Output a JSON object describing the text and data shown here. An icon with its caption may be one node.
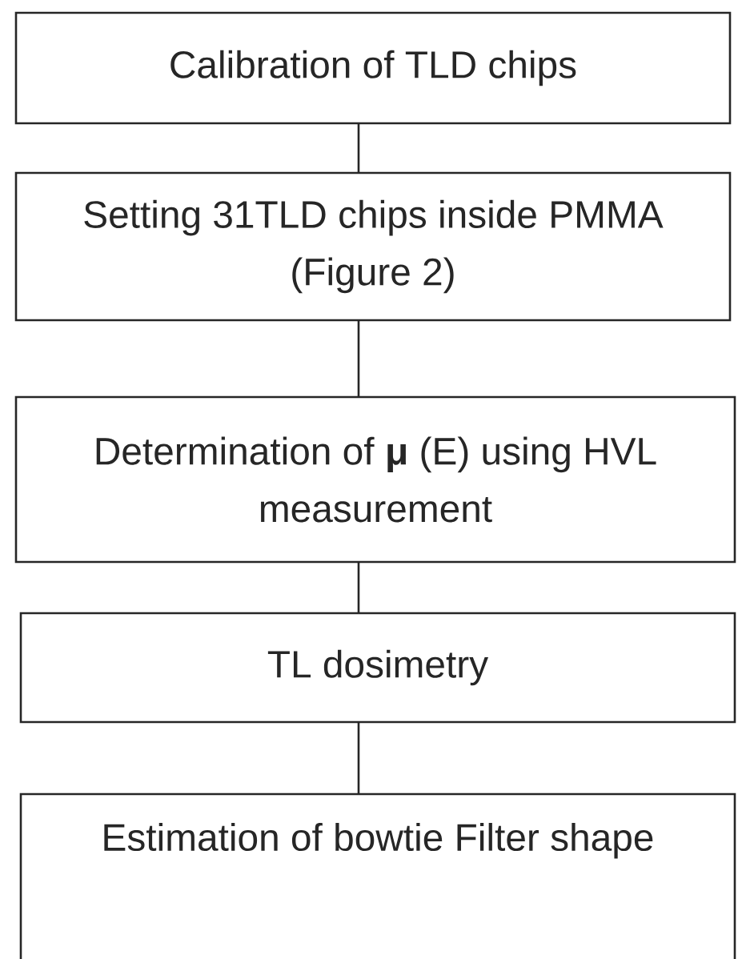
{
  "diagram": {
    "nodes": [
      {
        "text": [
          "Calibration of TLD chips"
        ]
      },
      {
        "text": [
          "Setting 31TLD chips inside PMMA (Figure 2)"
        ]
      },
      {
        "text": [
          "Determination of **μ** (E) using HVL measurement"
        ]
      },
      {
        "text": [
          "TL dosimetry"
        ]
      },
      {
        "text": [
          "Estimation of bowtie Filter shape"
        ]
      }
    ],
    "edges": [
      {
        "from": 0,
        "to": 1,
        "arrow": "none"
      },
      {
        "from": 1,
        "to": 2,
        "arrow": "none"
      },
      {
        "from": 2,
        "to": 3,
        "arrow": "none"
      },
      {
        "from": 3,
        "to": 4,
        "arrow": "none"
      }
    ]
  }
}
